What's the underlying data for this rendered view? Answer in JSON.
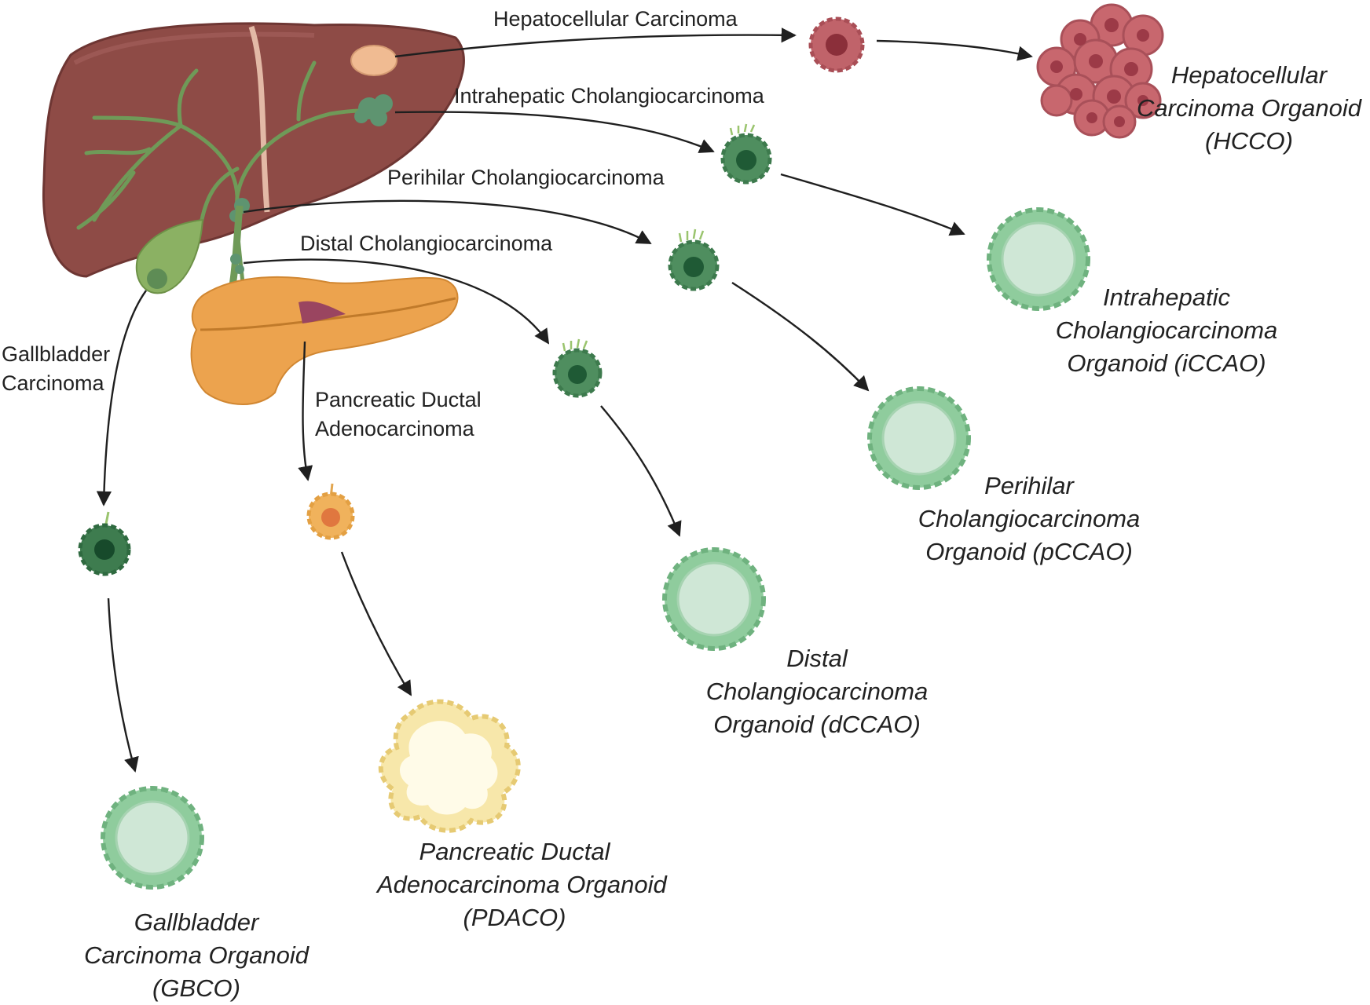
{
  "pathways": {
    "hcc": "Hepatocellular Carcinoma",
    "icca": "Intrahepatic Cholangiocarcinoma",
    "pcca": "Perihilar Cholangiocarcinoma",
    "dcca": "Distal Cholangiocarcinoma",
    "gbc": [
      "Gallbladder",
      "Carcinoma"
    ],
    "pdac": [
      "Pancreatic Ductal",
      "Adenocarcinoma"
    ]
  },
  "organoids": {
    "hcco": [
      "Hepatocellular",
      "Carcinoma Organoid",
      "(HCCO)"
    ],
    "iccao": [
      "Intrahepatic",
      "Cholangiocarcinoma",
      "Organoid  (iCCAO)"
    ],
    "pccao": [
      "Perihilar",
      "Cholangiocarcinoma",
      "Organoid  (pCCAO)"
    ],
    "dccao": [
      "Distal",
      "Cholangiocarcinoma",
      "Organoid  (dCCAO)"
    ],
    "pdaco": [
      "Pancreatic Ductal",
      "Adenocarcinoma Organoid",
      "(PDACO)"
    ],
    "gbco": [
      "Gallbladder",
      "Carcinoma Organoid",
      "(GBCO)"
    ]
  },
  "colors": {
    "liver": "#8e4b46",
    "bile_duct": "#6f9a58",
    "gallbladder": "#8bb163",
    "pancreas": "#eca34e",
    "hcc_cell": "#c0636a",
    "cca_cell": "#4f8e5f",
    "pdac_cell": "#f0b25c",
    "organoid_green": "#8fcc9d",
    "organoid_lumen": "#cfe7d6",
    "pdaco_fill": "#f7e7aa",
    "arrow": "#1f1f1f"
  }
}
